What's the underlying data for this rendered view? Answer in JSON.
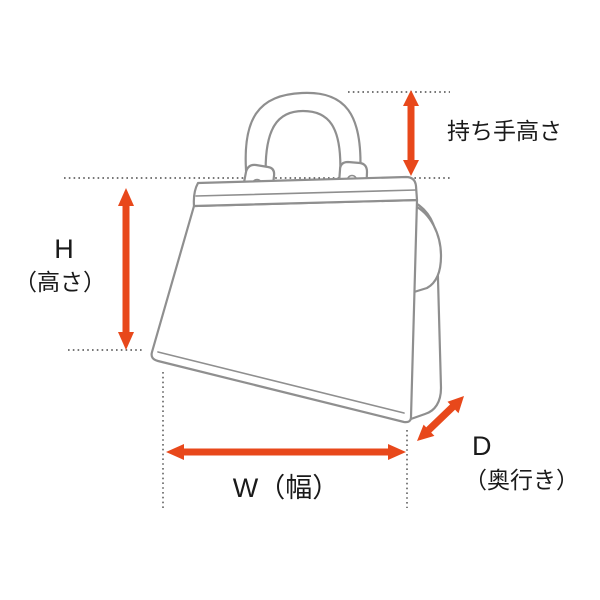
{
  "diagram": {
    "type": "measurement-diagram",
    "subject": "handbag size guide",
    "colors": {
      "arrow": "#e8481b",
      "outline": "#8f8f8f",
      "guide": "#4a4a4a",
      "text": "#1a1a1a",
      "background": "#ffffff"
    },
    "labels": {
      "handle_height": "持ち手高さ",
      "height_letter": "H",
      "height_name": "（高さ）",
      "width": "W（幅）",
      "depth_letter": "D",
      "depth_name": "（奥行き）"
    },
    "measurements": [
      {
        "id": "handle-height",
        "label": "持ち手高さ",
        "orientation": "vertical"
      },
      {
        "id": "height",
        "label": "H（高さ）",
        "orientation": "vertical"
      },
      {
        "id": "width",
        "label": "W（幅）",
        "orientation": "horizontal"
      },
      {
        "id": "depth",
        "label": "D（奥行き）",
        "orientation": "diagonal"
      }
    ]
  }
}
